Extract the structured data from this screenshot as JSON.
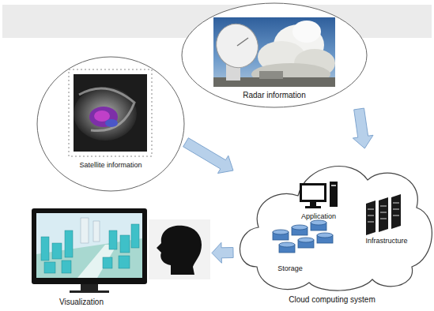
{
  "diagram": {
    "nodes": [
      {
        "text": [
          "Radar information"
        ]
      },
      {
        "text": [
          "Satellite information"
        ]
      },
      {
        "text": [
          "Cloud computing system"
        ]
      },
      {
        "text": [
          "Visualization"
        ]
      }
    ],
    "edges": [
      {
        "from": 1,
        "to": 2,
        "arrow": "to"
      },
      {
        "from": 0,
        "to": 2,
        "arrow": "to"
      },
      {
        "from": 2,
        "to": 3,
        "arrow": "to"
      }
    ],
    "labels": [
      "Application",
      "Infrastructure",
      "Storage"
    ]
  }
}
